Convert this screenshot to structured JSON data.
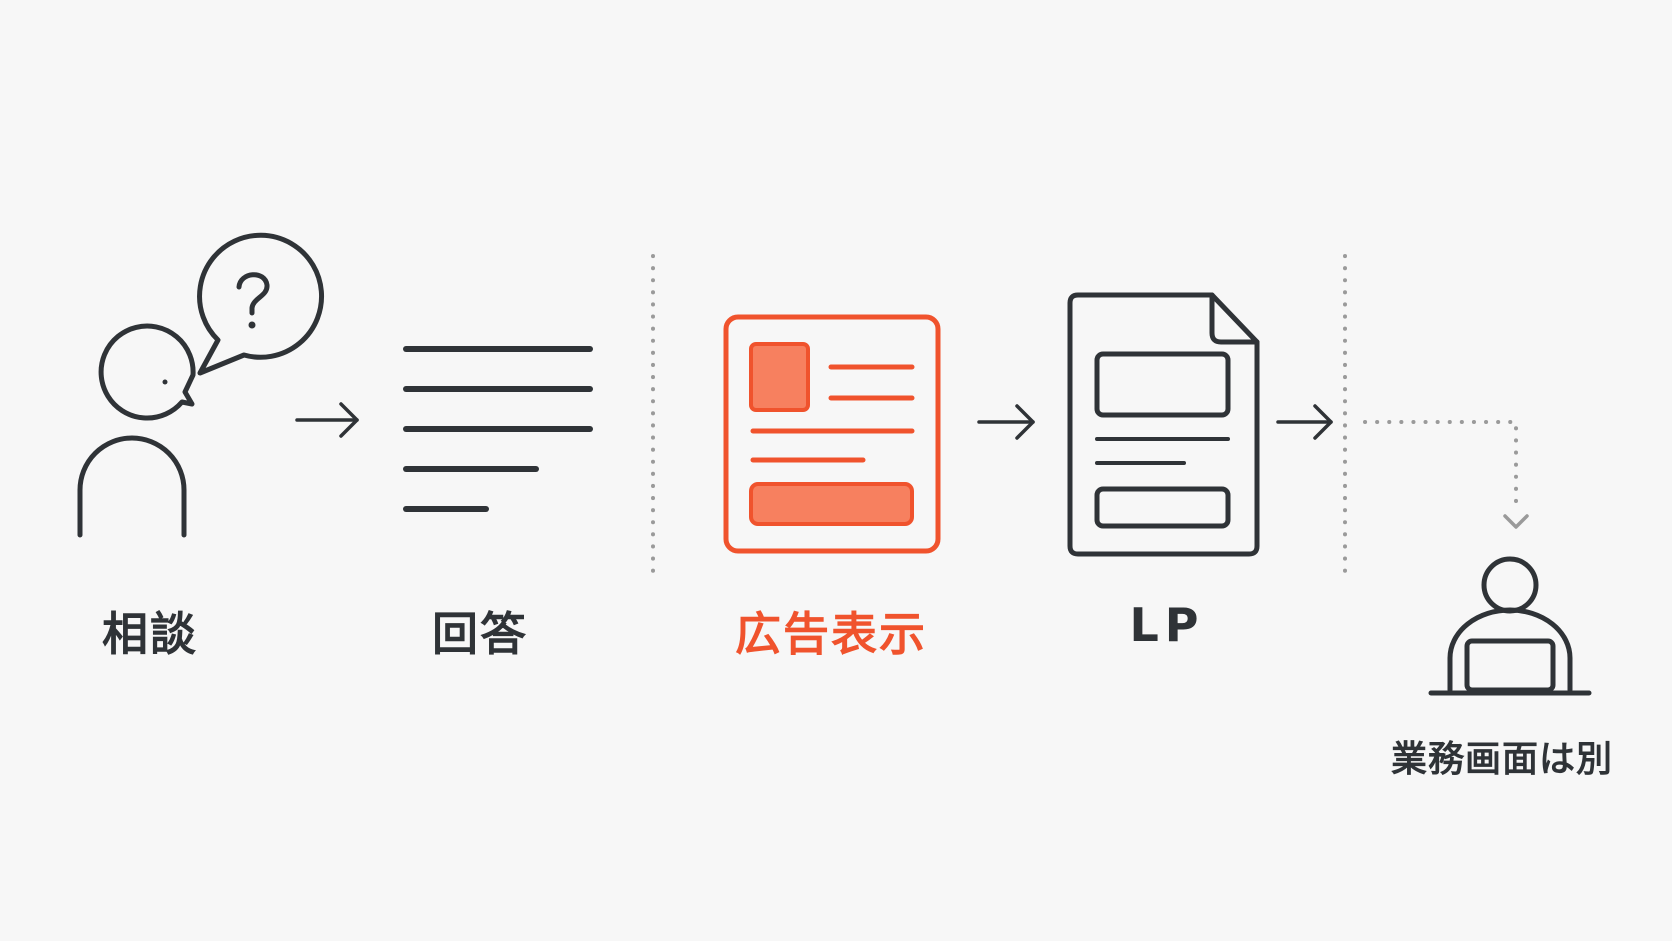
{
  "steps": {
    "consultation": {
      "label": "相談"
    },
    "answer": {
      "label": "回答"
    },
    "ad_display": {
      "label": "広告表示"
    },
    "lp": {
      "label": "LP"
    }
  },
  "separate": {
    "label": "業務画面は別"
  },
  "colors": {
    "background": "#f7f7f7",
    "ink": "#2f3337",
    "accent": "#f0532d",
    "accent_fill": "#f7805f",
    "separator": "#9a9a9a"
  },
  "icons": {
    "consultation": "person-with-question-bubble-icon",
    "answer": "text-lines-icon",
    "ad_display": "ad-card-icon",
    "lp": "document-icon",
    "separate": "person-at-laptop-icon"
  }
}
